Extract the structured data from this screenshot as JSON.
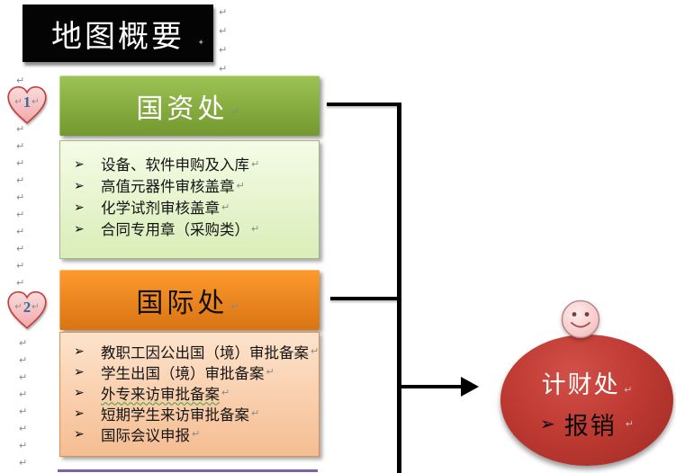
{
  "title": {
    "text": "地图概要"
  },
  "glyphs": {
    "return_mark": "↵",
    "bullet": "➢",
    "sparkle": "✦"
  },
  "colors": {
    "title_bg": "#000000",
    "green_header_top": "#9cc354",
    "green_header_bottom": "#73982f",
    "green_body_top": "#f5fbe6",
    "green_body_bottom": "#d9eeb8",
    "orange_header_top": "#fd9a2e",
    "orange_header_bottom": "#d97413",
    "orange_body_top": "#fde3cc",
    "orange_body_bottom": "#f5bd92",
    "ellipse_red": "#bf3b33",
    "purple_line": "#8064a2",
    "heart_pink": "#f6bfc0",
    "heart_number_blue": "#2f6d9b",
    "connector_black": "#000000"
  },
  "hearts": [
    {
      "number": "1"
    },
    {
      "number": "2"
    }
  ],
  "green_box": {
    "title": "国资处",
    "items": [
      {
        "text": "设备、软件申购及入库"
      },
      {
        "text": "高值元器件审核盖章"
      },
      {
        "text": "化学试剂审核盖章"
      },
      {
        "text": "合同专用章（采购类）"
      }
    ]
  },
  "orange_box": {
    "title": "国际处",
    "items": [
      {
        "text": "教职工因公出国（境）审批备案"
      },
      {
        "text": "学生出国（境）审批备案"
      },
      {
        "text": "外专来访审批备案",
        "cls": "wavy"
      },
      {
        "text": "短期学生来访审批备案"
      },
      {
        "text": "国际会议申报"
      }
    ]
  },
  "ellipse": {
    "title": "计财处",
    "item": "报销"
  },
  "marks": {
    "title_column": [
      "↵",
      "↵",
      "↵",
      "↵"
    ],
    "above_heart_1": [
      "↵"
    ],
    "left_column_a": [
      "↵",
      "↵",
      "↵",
      "↵",
      "↵",
      "↵",
      "↵",
      "↵",
      "↵",
      "↵"
    ],
    "left_column_b": [
      "↵",
      "↵",
      "↵",
      "↵",
      "↵",
      "↵",
      "↵",
      "↵"
    ]
  }
}
